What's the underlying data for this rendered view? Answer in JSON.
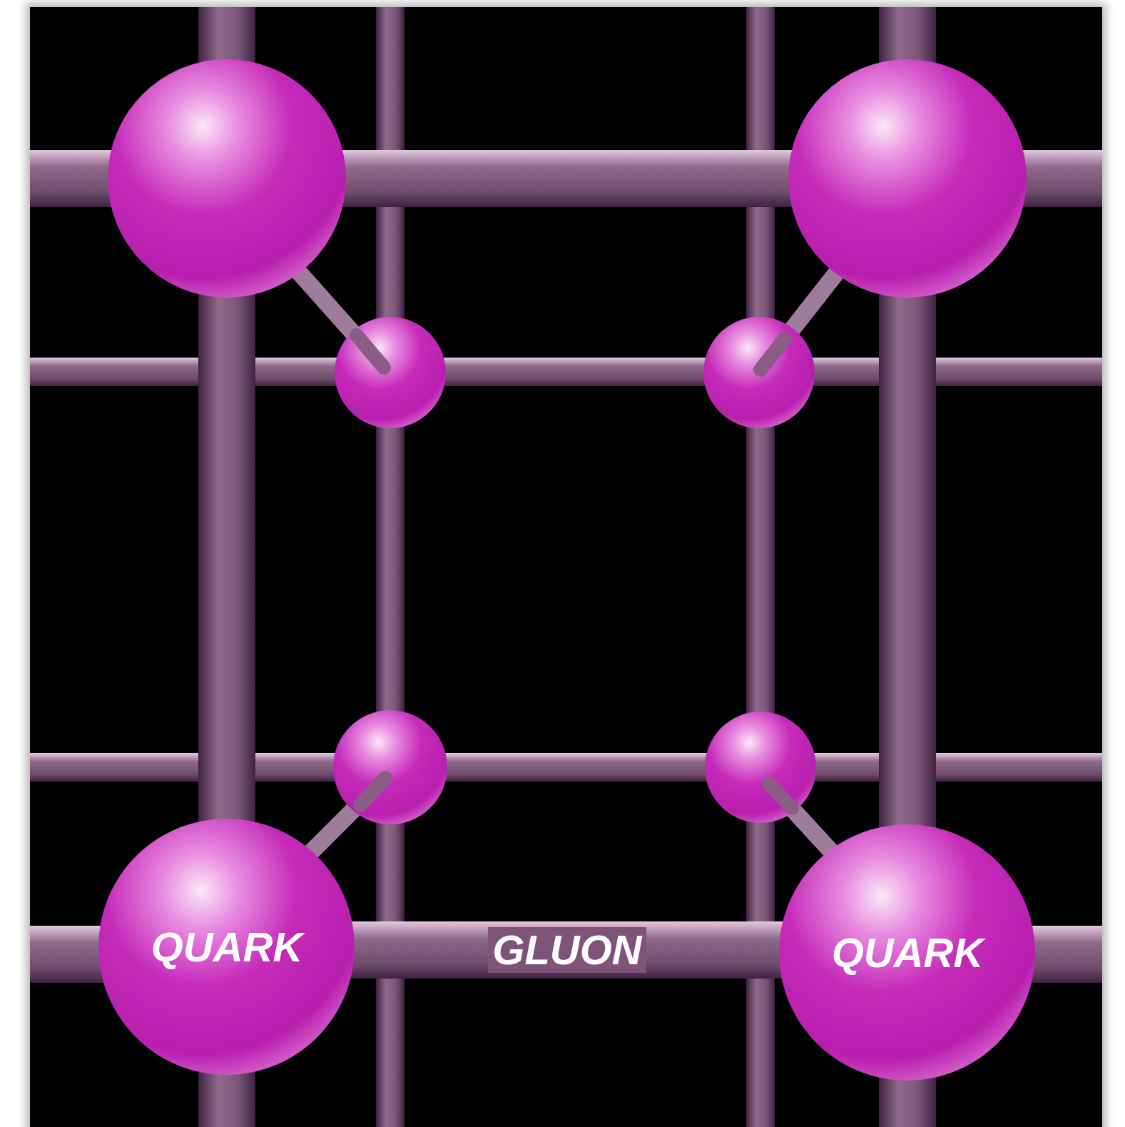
{
  "diagram": {
    "nodes": [
      {
        "text": [
          "QUARK"
        ]
      },
      {
        "text": [
          "QUARK"
        ]
      }
    ],
    "edges": [
      {
        "from": 0,
        "to": 1,
        "arrow": "none",
        "label": "GLUON"
      }
    ]
  }
}
